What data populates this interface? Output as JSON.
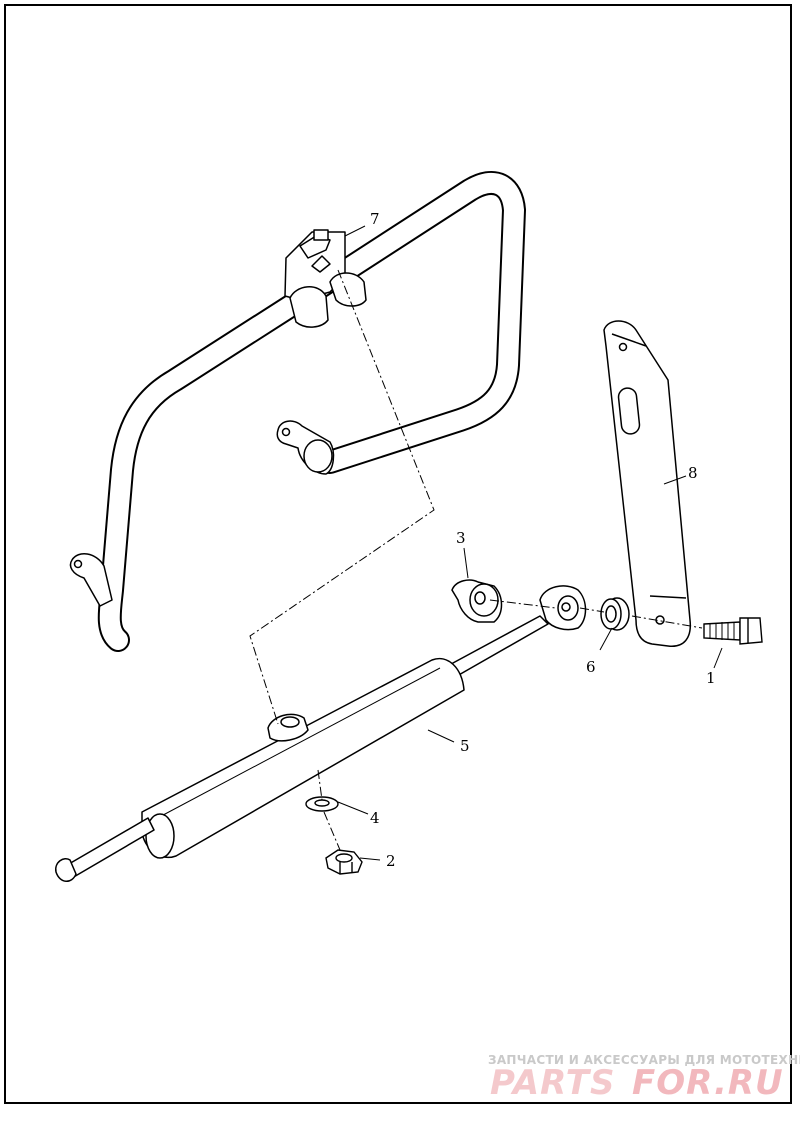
{
  "diagram": {
    "callouts": {
      "c1": "1",
      "c2": "2",
      "c3": "3",
      "c4": "4",
      "c5": "5",
      "c6": "6",
      "c7": "7",
      "c8": "8"
    }
  },
  "watermark": {
    "tagline": "ЗАПЧАСТИ И АКСЕССУАРЫ ДЛЯ МОТОТЕХНИКИ",
    "brand_part1": "PARTS",
    "brand_part2": "FOR.RU",
    "colors": {
      "brand1": "#f4c9cc",
      "brand2": "#f2b8bd",
      "tagline": "#c9c9c9"
    }
  }
}
